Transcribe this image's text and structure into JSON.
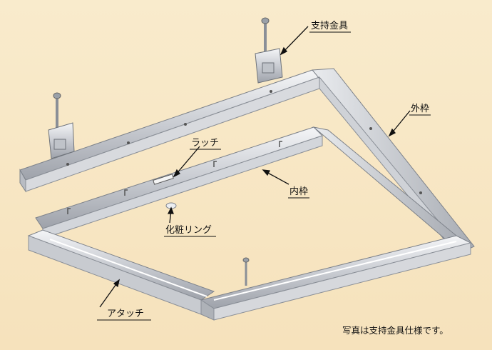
{
  "labels": {
    "support_bracket": "支持金具",
    "outer_frame": "外枠",
    "latch": "ラッチ",
    "inner_frame": "内枠",
    "trim_ring": "化粧リング",
    "attachment": "アタッチ"
  },
  "caption": "写真は支持金具仕様です。"
}
